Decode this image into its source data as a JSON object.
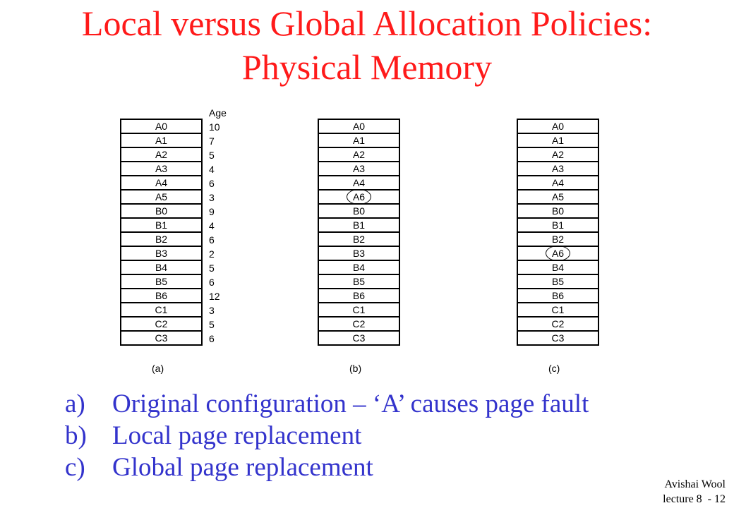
{
  "title": {
    "line1": "Local versus Global Allocation Policies:",
    "line2": "Physical Memory"
  },
  "figure": {
    "age_header": "Age",
    "table_a": {
      "label": "(a)",
      "pages": [
        "A0",
        "A1",
        "A2",
        "A3",
        "A4",
        "A5",
        "B0",
        "B1",
        "B2",
        "B3",
        "B4",
        "B5",
        "B6",
        "C1",
        "C2",
        "C3"
      ],
      "ages": [
        "10",
        "7",
        "5",
        "4",
        "6",
        "3",
        "9",
        "4",
        "6",
        "2",
        "5",
        "6",
        "12",
        "3",
        "5",
        "6"
      ],
      "circled_index": -1
    },
    "table_b": {
      "label": "(b)",
      "pages": [
        "A0",
        "A1",
        "A2",
        "A3",
        "A4",
        "A6",
        "B0",
        "B1",
        "B2",
        "B3",
        "B4",
        "B5",
        "B6",
        "C1",
        "C2",
        "C3"
      ],
      "circled_index": 5
    },
    "table_c": {
      "label": "(c)",
      "pages": [
        "A0",
        "A1",
        "A2",
        "A3",
        "A4",
        "A5",
        "B0",
        "B1",
        "B2",
        "A6",
        "B4",
        "B5",
        "B6",
        "C1",
        "C2",
        "C3"
      ],
      "circled_index": 9
    }
  },
  "captions": [
    {
      "letter": "a)",
      "text": "Original configuration – ‘A’ causes page fault"
    },
    {
      "letter": "b)",
      "text": "Local page replacement"
    },
    {
      "letter": "c)",
      "text": "Global page replacement"
    }
  ],
  "footer": {
    "author": "Avishai Wool",
    "lecture": "lecture 8  - 12"
  }
}
